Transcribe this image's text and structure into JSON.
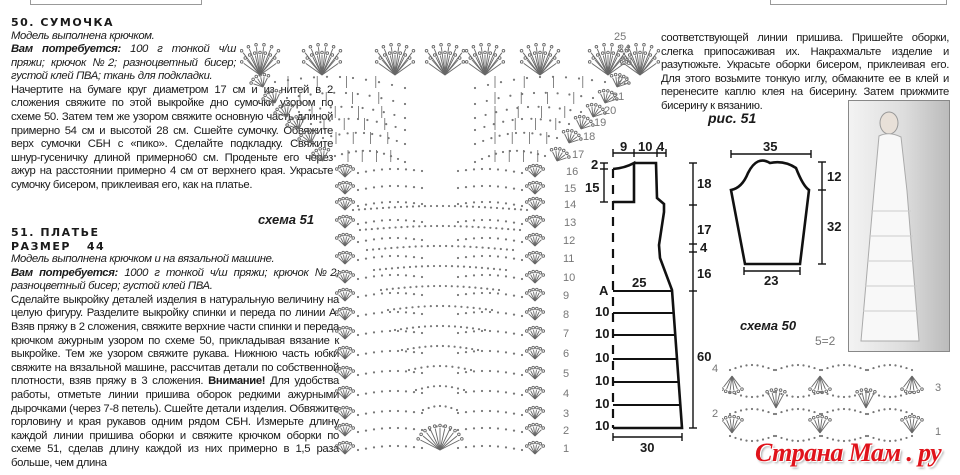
{
  "item50": {
    "title": "50. СУМОЧКА",
    "model": "Модель выполнена крючком.",
    "need_label": "Вам потребуется:",
    "need_text": " 100 г тонкой ч/ш пряжи; крючок №2; разноцветный бисер; густой клей ПВА; ткань для подкладки.",
    "body": "Начертите на бумаге круг диаметром 17 см и из нитей в 2 сложения свяжите по этой выкройке дно сумочки узором по схеме 50. Затем тем же узором свяжите основную часть длиной примерно 54 см и высотой 28 см. Сшейте сумочку. Обвяжите верх сумочки СБН с «пико». Сделайте подкладку. Свяжите шнур-гусеничку длиной примерно60 см. Проденьте его через ажур на расстоянии примерно 4 см от верхнего края. Украсьте сумочку бисером, приклеивая его, как на платье."
  },
  "item51": {
    "title": "51. ПЛАТЬЕ",
    "size": "РАЗМЕР   44",
    "model": "Модель выполнена крючком и на вязальной машине.",
    "need_label": "Вам потребуется:",
    "need_text": " 1000 г тонкой ч/ш пряжи; крючок №2; разноцветный бисер; густой клей ПВА.",
    "body1": "Сделайте выкройку деталей изделия в натуральную величину на целую фигуру. Разделите выкройку спинки и переда по линии А. Взяв пряжу в 2 сложения, свяжите верхние части спинки и переда крючком ажурным узором по схеме 50, прикладывая вязание к выкройке. Тем же узором свяжите рукава. Нижнюю часть юбки свяжите на вязальной машине, рассчитав детали по собственной плотности, взяв пряжу в 3 сложения. ",
    "attention": "Внимание!",
    "body2": " Для удобства работы, отметьте линии пришива оборок редкими ажурными дырочками (через 7-8 петель). Сшейте детали изделия. Обвяжите горловину и края рукавов одним рядом СБН. Измерьте длину каждой линии пришива оборки и свяжите крючком оборки по схеме 51, сделав длину каждой из них примерно в 1,5 раза больше, чем длина",
    "continued": "соответствующей линии пришива. Пришейте оборки, слегка припосаживая их. Накрахмальте изделие и разутюжьте. Украсьте оборки бисером, приклеивая его. Для этого возьмите тонкую иглу, обмакните ее в клей и перенесите каплю клея на бисерину. Затем прижмите бисерину к вязанию."
  },
  "scheme51": {
    "caption": "схема 51",
    "rows": [
      "1",
      "2",
      "3",
      "4",
      "5",
      "6",
      "7",
      "8",
      "9",
      "10",
      "11",
      "12",
      "13",
      "14",
      "15",
      "16",
      "17",
      "18",
      "19",
      "20",
      "21",
      "22",
      "23",
      "24",
      "25"
    ]
  },
  "fig51": {
    "caption": "рис. 51",
    "dress": {
      "top_dims": [
        "9",
        "10",
        "4"
      ],
      "neck_drop": "2",
      "neck_depth": "15",
      "height_dims": [
        "18",
        "17",
        "4",
        "16",
        "60"
      ],
      "line_a": "A",
      "width_a": "25",
      "ruffle_gaps": [
        "10",
        "10",
        "10",
        "10",
        "10",
        "10"
      ],
      "hem_width": "30"
    },
    "sleeve": {
      "top_width": "35",
      "cap_height": "12",
      "length": "32",
      "bottom_width": "23"
    }
  },
  "scheme50": {
    "caption": "схема 50",
    "repeat_note": "5=2",
    "rows": [
      "1",
      "2",
      "3",
      "4"
    ]
  },
  "watermark": "Страна Мам . ру",
  "colors": {
    "ink": "#1a1a1a",
    "diagram": "#777777",
    "watermark": "#e0131b"
  }
}
